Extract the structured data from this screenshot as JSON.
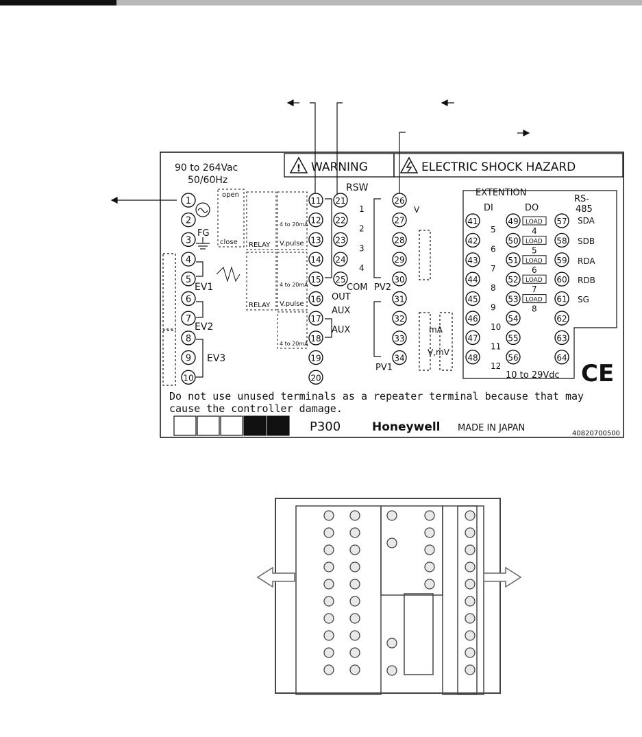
{
  "header": {
    "bar_dark": "#111111",
    "bar_light": "#b8b8b8"
  },
  "label": {
    "supply": [
      "90 to 264Vac",
      "50/60Hz"
    ],
    "fg": "FG",
    "warning": "WARNING",
    "shock": "ELECTRIC SHOCK HAZARD",
    "rsw": "RSW",
    "extention": "EXTENTION",
    "di": "DI",
    "do": "DO",
    "rs485": [
      "RS-",
      "485"
    ],
    "ev1": "EV1",
    "ev2": "EV2",
    "ev3": "EV3",
    "open": "open",
    "close": "close",
    "relay": "RELAY",
    "ma": "4 to 20mA",
    "vpulse": "V.pulse",
    "com": "COM",
    "out": "OUT",
    "aux": "AUX",
    "pv1": "PV1",
    "pv2": "PV2",
    "v": "V",
    "vmv": "V,mV",
    "ma_short": "mA",
    "load": "LOAD",
    "sda": "SDA",
    "sdb": "SDB",
    "rda": "RDA",
    "rdb": "RDB",
    "sg": "SG",
    "dc": "10 to 29Vdc",
    "notice": [
      "Do not use unused terminals as a repeater terminal because that may",
      "cause the controller damage."
    ],
    "model": "P300",
    "brand": "Honeywell",
    "made": "MADE IN JAPAN",
    "code": "40820700500",
    "ce": "CE"
  },
  "terminals": {
    "col1": [
      "1",
      "2",
      "3",
      "4",
      "5",
      "6",
      "7",
      "8",
      "9",
      "10"
    ],
    "col2": [
      "11",
      "12",
      "13",
      "14",
      "15",
      "16",
      "17",
      "18",
      "19",
      "20"
    ],
    "col3": [
      "21",
      "22",
      "23",
      "24",
      "25"
    ],
    "col4": [
      "26",
      "27",
      "28",
      "29",
      "30",
      "31",
      "32",
      "33",
      "34"
    ],
    "di": [
      "41",
      "42",
      "43",
      "44",
      "45",
      "46",
      "47",
      "48"
    ],
    "do": [
      "49",
      "50",
      "51",
      "52",
      "53",
      "54",
      "55",
      "56"
    ],
    "rs": [
      "57",
      "58",
      "59",
      "60",
      "61",
      "62",
      "63",
      "64"
    ]
  },
  "rsw_nums": [
    "1",
    "2",
    "3",
    "4"
  ],
  "di_nums": [
    "5",
    "6",
    "7",
    "8",
    "9",
    "10",
    "11",
    "12"
  ],
  "do_nums": [
    "4",
    "5",
    "6",
    "7",
    "8"
  ]
}
